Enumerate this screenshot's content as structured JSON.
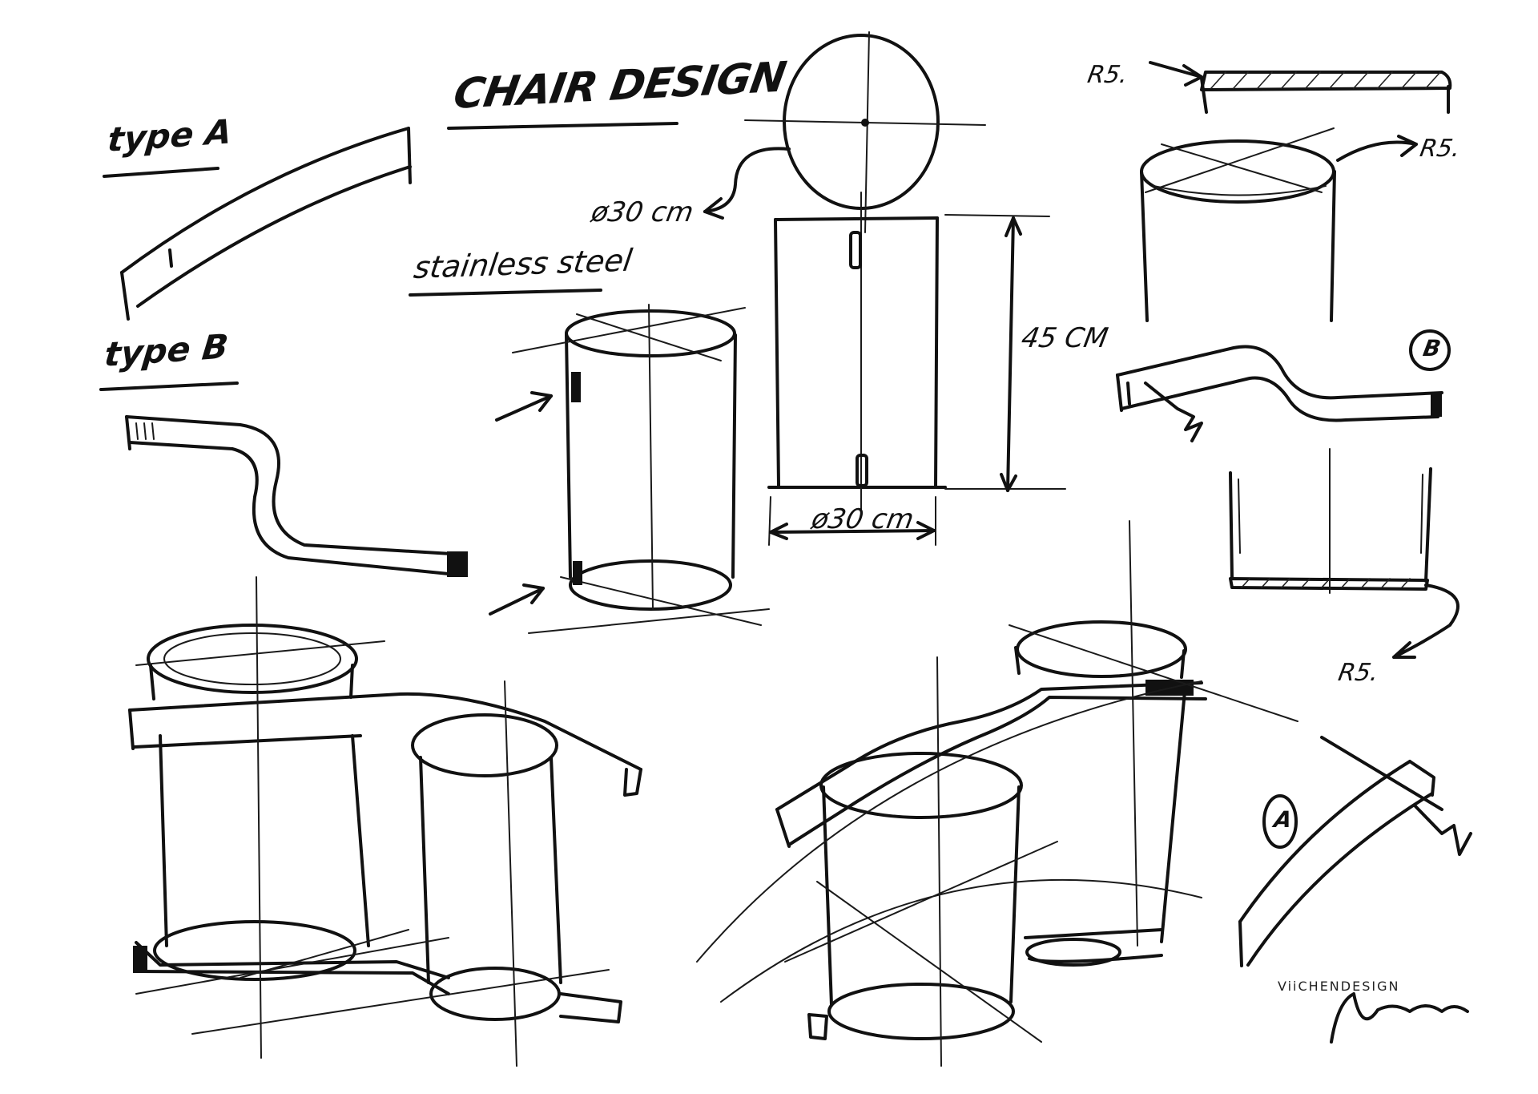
{
  "title": "CHAIR DESIGN",
  "labels": {
    "type_a": "type A",
    "type_b": "type B",
    "material": "stainless steel",
    "diameter_top": "ø30 cm",
    "diameter_bottom": "ø30 cm",
    "height": "45 CM",
    "radius_1": "R5.",
    "radius_2": "R5.",
    "radius_3": "R5.",
    "marker_b": "B",
    "marker_a": "A"
  },
  "brand": "ViiCHENDESIGN",
  "signature": "ViiChen",
  "ink_color": "#111111"
}
